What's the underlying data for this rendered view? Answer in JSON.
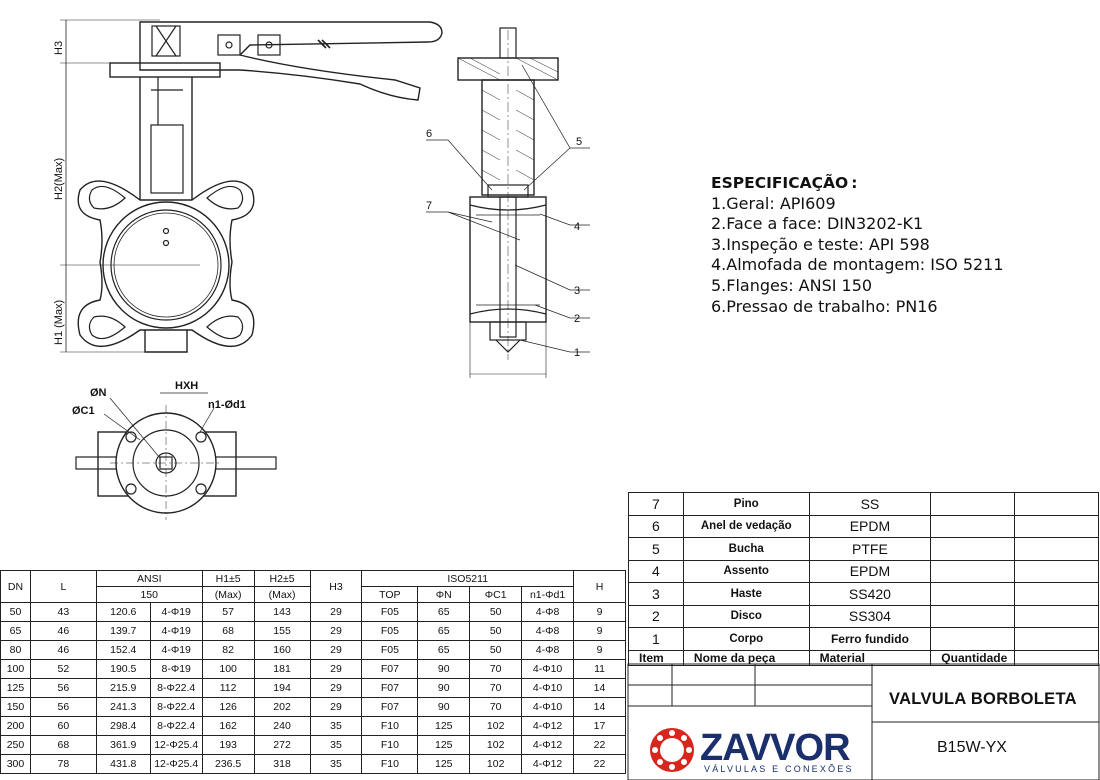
{
  "drawing_labels": {
    "h3": "H3",
    "h2": "H2(Max)",
    "h1": "H1  (Max)",
    "callouts": [
      "6",
      "7",
      "5",
      "4",
      "3",
      "2",
      "1"
    ],
    "top_view": {
      "on": "ØN",
      "oc1": "ØC1",
      "hxh": "HXH",
      "n1d1": "n1-Ød1"
    }
  },
  "specification": {
    "title": "ESPECIFICAÇÃO :",
    "items": [
      "1.Geral: API609",
      "2.Face a face: DIN3202-K1",
      "3.Inspeção e teste: API 598",
      "4.Almofada de montagem: ISO 5211",
      "5.Flanges: ANSI 150",
      "6.Pressao de trabalho: PN16"
    ]
  },
  "dimension_table": {
    "headers": {
      "dn": "DN",
      "l": "L",
      "ansi": "ANSI",
      "ansi_sub": "150",
      "h1": "H1±5",
      "h1_sub": "(Max)",
      "h2": "H2±5",
      "h2_sub": "(Max)",
      "h3": "H3",
      "iso": "ISO5211",
      "top": "TOP",
      "on": "ΦN",
      "oc1": "ΦC1",
      "n1d1": "n1-Φd1",
      "h": "H"
    },
    "rows": [
      [
        "50",
        "43",
        "120.6",
        "4-Φ19",
        "57",
        "143",
        "29",
        "F05",
        "65",
        "50",
        "4-Φ8",
        "9"
      ],
      [
        "65",
        "46",
        "139.7",
        "4-Φ19",
        "68",
        "155",
        "29",
        "F05",
        "65",
        "50",
        "4-Φ8",
        "9"
      ],
      [
        "80",
        "46",
        "152.4",
        "4-Φ19",
        "82",
        "160",
        "29",
        "F05",
        "65",
        "50",
        "4-Φ8",
        "9"
      ],
      [
        "100",
        "52",
        "190.5",
        "8-Φ19",
        "100",
        "181",
        "29",
        "F07",
        "90",
        "70",
        "4-Φ10",
        "11"
      ],
      [
        "125",
        "56",
        "215.9",
        "8-Φ22.4",
        "112",
        "194",
        "29",
        "F07",
        "90",
        "70",
        "4-Φ10",
        "14"
      ],
      [
        "150",
        "56",
        "241.3",
        "8-Φ22.4",
        "126",
        "202",
        "29",
        "F07",
        "90",
        "70",
        "4-Φ10",
        "14"
      ],
      [
        "200",
        "60",
        "298.4",
        "8-Φ22.4",
        "162",
        "240",
        "35",
        "F10",
        "125",
        "102",
        "4-Φ12",
        "17"
      ],
      [
        "250",
        "68",
        "361.9",
        "12-Φ25.4",
        "193",
        "272",
        "35",
        "F10",
        "125",
        "102",
        "4-Φ12",
        "22"
      ],
      [
        "300",
        "78",
        "431.8",
        "12-Φ25.4",
        "236.5",
        "318",
        "35",
        "F10",
        "125",
        "102",
        "4-Φ12",
        "22"
      ]
    ]
  },
  "parts_list": {
    "rows": [
      {
        "item": "7",
        "name": "Pino",
        "material": "SS"
      },
      {
        "item": "6",
        "name": "Anel de vedação",
        "material": "EPDM"
      },
      {
        "item": "5",
        "name": "Bucha",
        "material": "PTFE"
      },
      {
        "item": "4",
        "name": "Assento",
        "material": "EPDM"
      },
      {
        "item": "3",
        "name": "Haste",
        "material": "SS420"
      },
      {
        "item": "2",
        "name": "Disco",
        "material": "SS304"
      },
      {
        "item": "1",
        "name": "Corpo",
        "material": "Ferro fundido"
      }
    ],
    "headers": {
      "item": "Item",
      "name": "Nome da peça",
      "material": "Material",
      "qty": "Quantidade"
    }
  },
  "title_block": {
    "title": "VALVULA BORBOLETA",
    "code": "B15W-YX",
    "logo_name": "ZAVVOR",
    "logo_tagline": "VÁLVULAS E CONEXÕES"
  },
  "colors": {
    "logo_red": "#d7261e",
    "logo_blue": "#1a2f6b",
    "line": "#222222"
  }
}
